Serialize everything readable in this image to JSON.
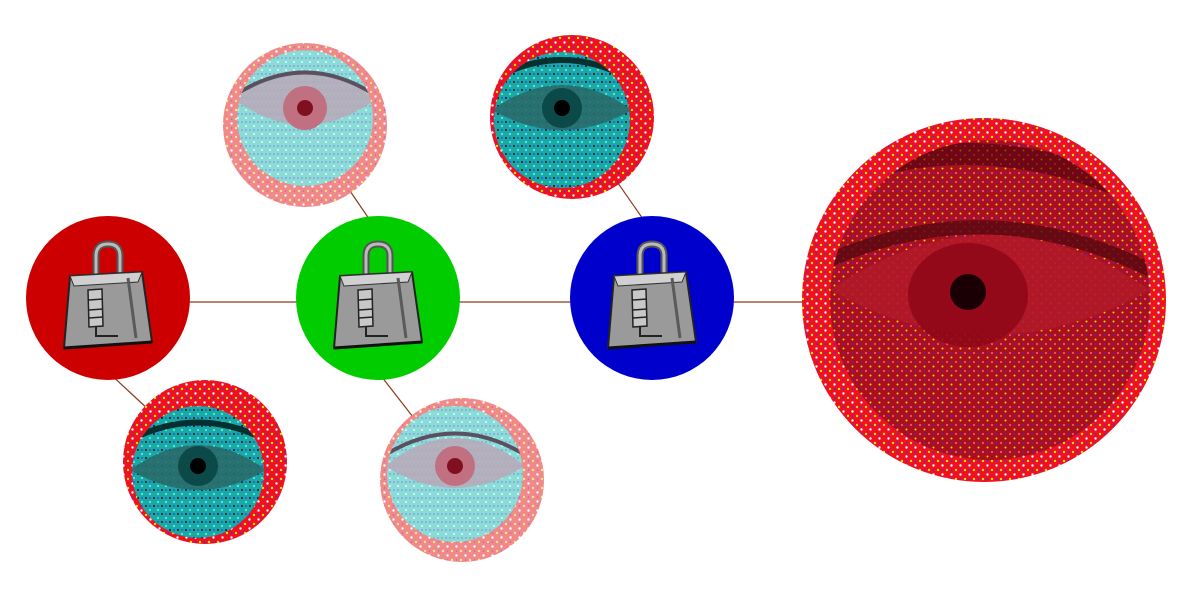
{
  "scene": {
    "background": "#ffffff",
    "connector_color": "#8b3a1a"
  },
  "lock_nodes": [
    {
      "name": "lock-node-red",
      "color": "#cc0000",
      "icon": "padlock-icon"
    },
    {
      "name": "lock-node-green",
      "color": "#00cc00",
      "icon": "padlock-icon"
    },
    {
      "name": "lock-node-blue",
      "color": "#0000cc",
      "icon": "padlock-icon"
    }
  ],
  "eye_nodes": [
    {
      "name": "eye-node-pink-top",
      "ring_color": "#f08a8a",
      "iris_color": "#7ad8d0",
      "icon": "eye-icon"
    },
    {
      "name": "eye-node-red-top",
      "ring_color": "#ee1122",
      "iris_color": "#1a9a9a",
      "icon": "eye-icon"
    },
    {
      "name": "eye-node-red-bottom-left",
      "ring_color": "#ee1122",
      "iris_color": "#1a9a9a",
      "icon": "eye-icon"
    },
    {
      "name": "eye-node-pink-bottom",
      "ring_color": "#f08a8a",
      "iris_color": "#7ad8d0",
      "icon": "eye-icon"
    },
    {
      "name": "eye-node-large-red",
      "ring_color": "#ee1122",
      "iris_color": "#a01020",
      "icon": "eye-icon"
    }
  ]
}
